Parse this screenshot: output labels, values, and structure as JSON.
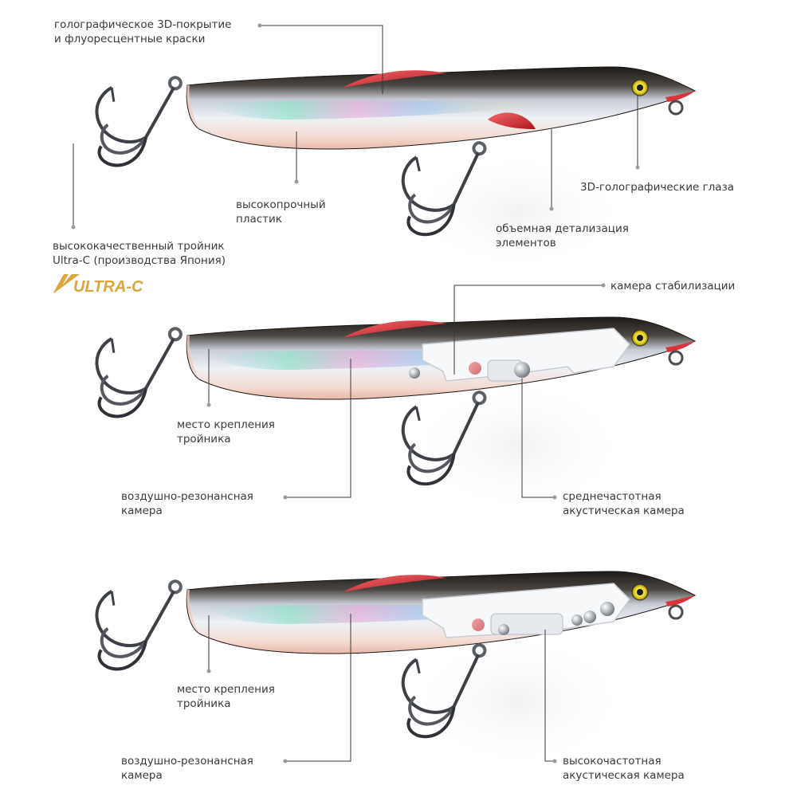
{
  "colors": {
    "body_silver": "#dfe3e8",
    "back_dark": "#2a2622",
    "fin_red": "#d8343a",
    "eye_yellow": "#e8d21e",
    "hook_steel": "#4a4d52",
    "logo_gold": "#d9a73c",
    "leader_line": "#3a3a3a"
  },
  "logo": {
    "text": "ULTRA-C",
    "icon": "ultra-c-logo"
  },
  "lures": [
    {
      "variant": "exterior",
      "labels": {
        "coating": {
          "line1": "голографическое 3D-покрытие",
          "line2": "и флуоресцентные краски"
        },
        "plastic": {
          "line1": "высокопрочный",
          "line2": "пластик"
        },
        "eyes": {
          "line1": "3D-голографические глаза"
        },
        "detail": {
          "line1": "объемная детализация",
          "line2": "элементов"
        },
        "hook": {
          "line1": "высококачественный тройник",
          "line2": "Ultra-C (производства Япония)"
        }
      }
    },
    {
      "variant": "mid-frequency",
      "labels": {
        "stabilization": {
          "line1": "камера стабилизации"
        },
        "hook_mount": {
          "line1": "место крепления",
          "line2": "тройника"
        },
        "air_chamber": {
          "line1": "воздушно-резонансная",
          "line2": "камера"
        },
        "acoustic": {
          "line1": "среднечастотная",
          "line2": "акустическая камера"
        }
      }
    },
    {
      "variant": "high-frequency",
      "labels": {
        "hook_mount": {
          "line1": "место крепления",
          "line2": "тройника"
        },
        "air_chamber": {
          "line1": "воздушно-резонансная",
          "line2": "камера"
        },
        "acoustic": {
          "line1": "высокочастотная",
          "line2": "акустическая камера"
        }
      }
    }
  ]
}
